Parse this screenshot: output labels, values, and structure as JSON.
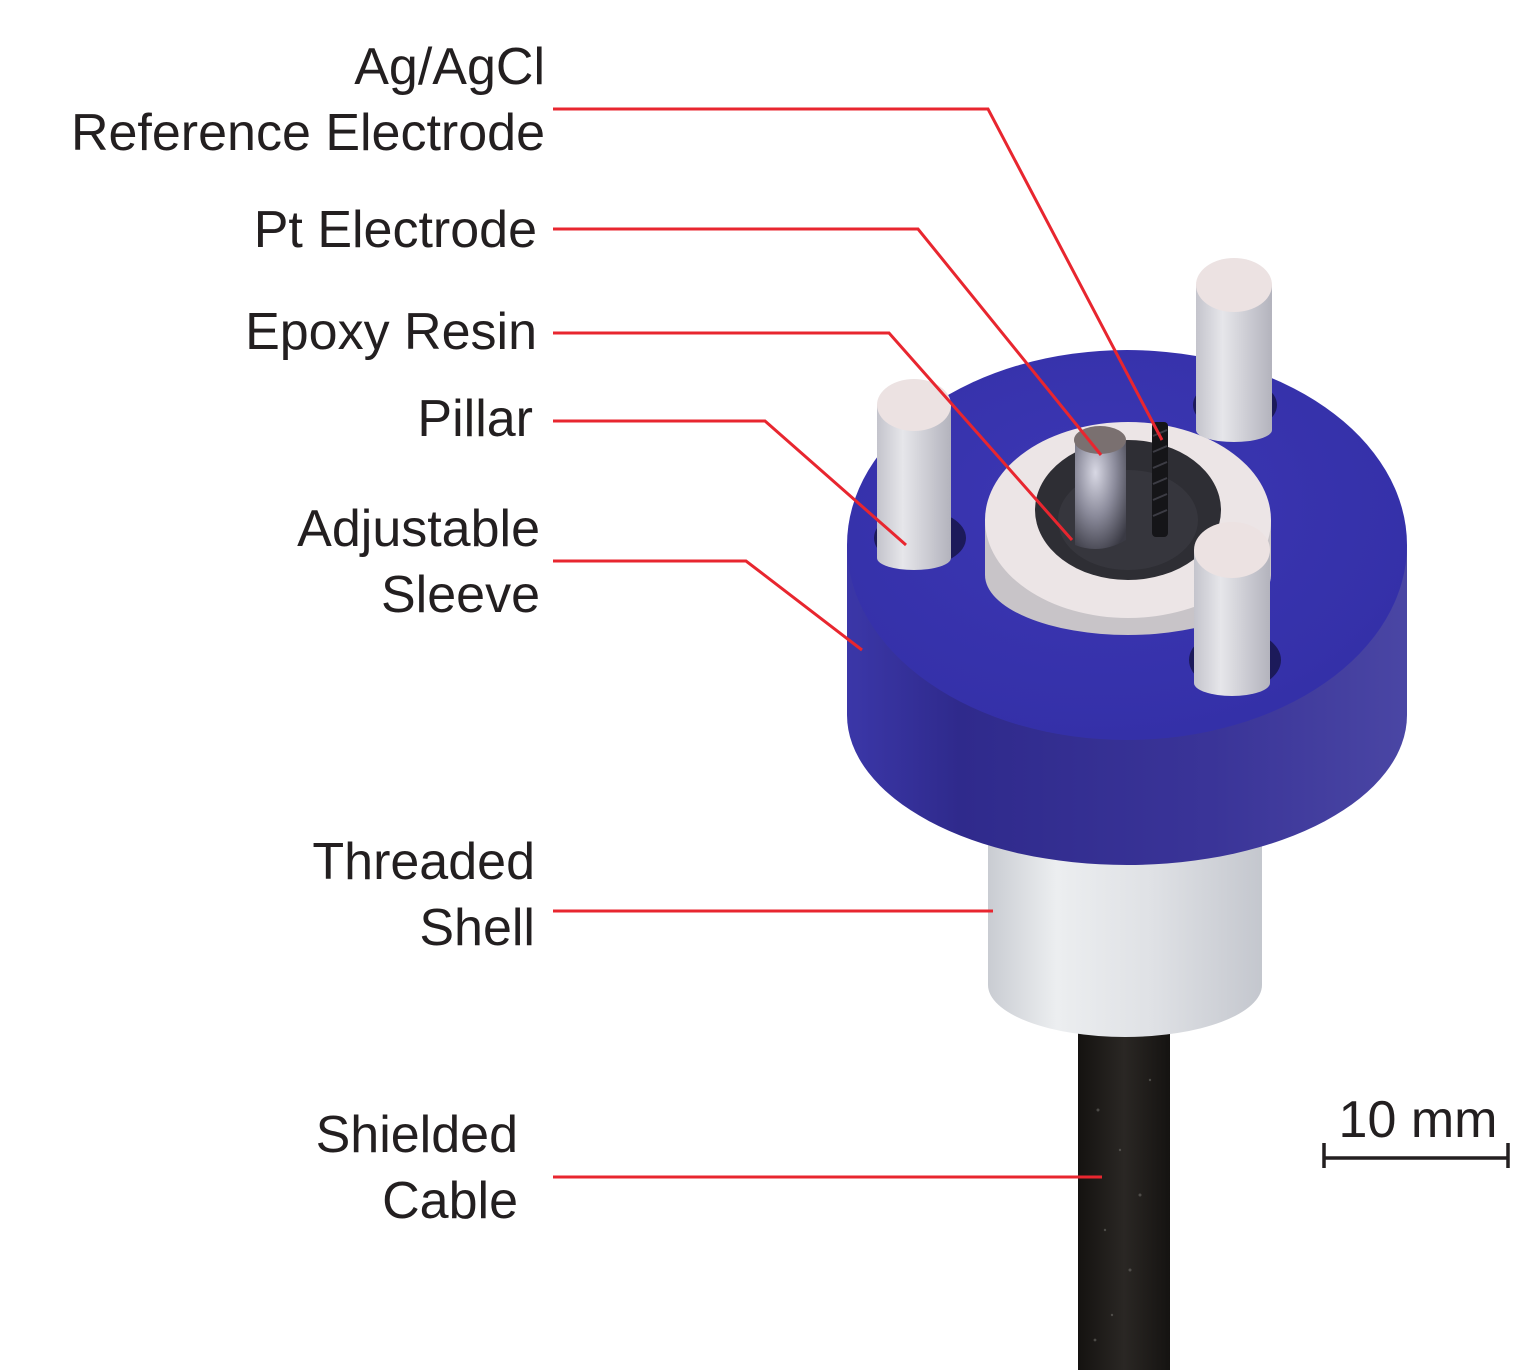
{
  "colors": {
    "leader_line": "#e8262f",
    "sleeve": "#3a3398",
    "pillar": "#d2d2d8",
    "shell": "#dcdee2",
    "cable": "#1e1c1a",
    "text": "#231f20"
  },
  "labels": {
    "reference_electrode": [
      "Ag/AgCl",
      "Reference Electrode"
    ],
    "pt_electrode": [
      "Pt Electrode"
    ],
    "epoxy_resin": [
      "Epoxy Resin"
    ],
    "pillar": [
      "Pillar"
    ],
    "adjustable_sleeve": [
      "Adjustable",
      "Sleeve"
    ],
    "threaded_shell": [
      "Threaded",
      "Shell"
    ],
    "shielded_cable": [
      "Shielded",
      "Cable"
    ]
  },
  "scale_bar": {
    "label": "10 mm"
  }
}
